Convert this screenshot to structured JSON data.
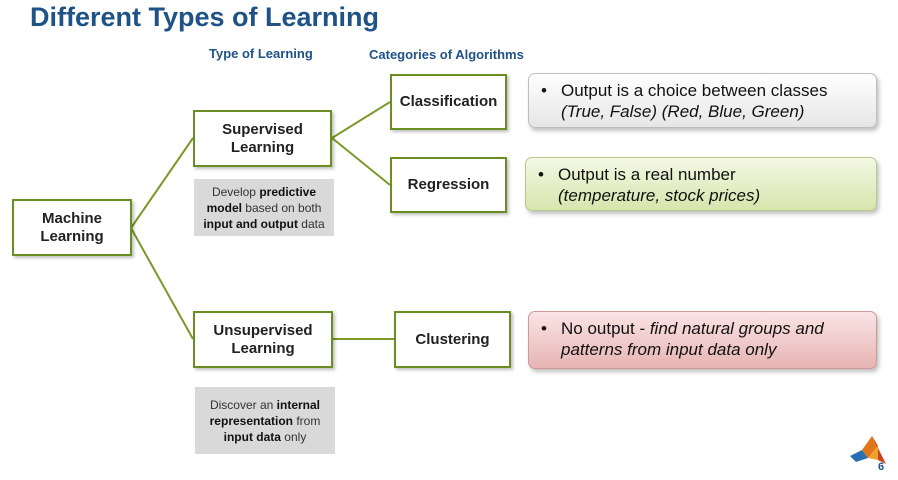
{
  "slide": {
    "title": "Different Types of Learning",
    "page_number": "6"
  },
  "headers": {
    "type_of_learning": "Type of Learning",
    "categories_of_algorithms": "Categories of Algorithms"
  },
  "nodes": {
    "machine_learning": [
      "Machine",
      "Learning"
    ],
    "supervised": [
      "Supervised",
      "Learning"
    ],
    "unsupervised": [
      "Unsupervised",
      "Learning"
    ],
    "classification": "Classification",
    "regression": "Regression",
    "clustering": "Clustering"
  },
  "notes": {
    "supervised": {
      "p1": "Develop ",
      "b1": "predictive",
      "b2": "model",
      "p2": " based on both",
      "b3": "input and output",
      "p3": " data"
    },
    "unsupervised": {
      "p1": "Discover an ",
      "b1": "internal",
      "b2": "representation",
      "p2": " from",
      "b3": "input data",
      "p3": " only"
    }
  },
  "descriptions": {
    "classification": {
      "bullet": "•",
      "line1": "Output is a choice between classes",
      "line2": "(True, False) (Red, Blue, Green)"
    },
    "regression": {
      "bullet": "•",
      "line1": "Output is a real number",
      "line2": "(temperature, stock prices)"
    },
    "clustering": {
      "bullet": "•",
      "line1a": "No output - ",
      "line1b": "find natural groups and",
      "line2": "patterns from input data only"
    }
  },
  "colors": {
    "title": "#1f5287",
    "node_border": "#6b8e23",
    "connector": "#7a9a2a",
    "note_bg": "#d9d9d9"
  },
  "icons": {
    "logo": "matlab-membrane-logo-icon"
  }
}
